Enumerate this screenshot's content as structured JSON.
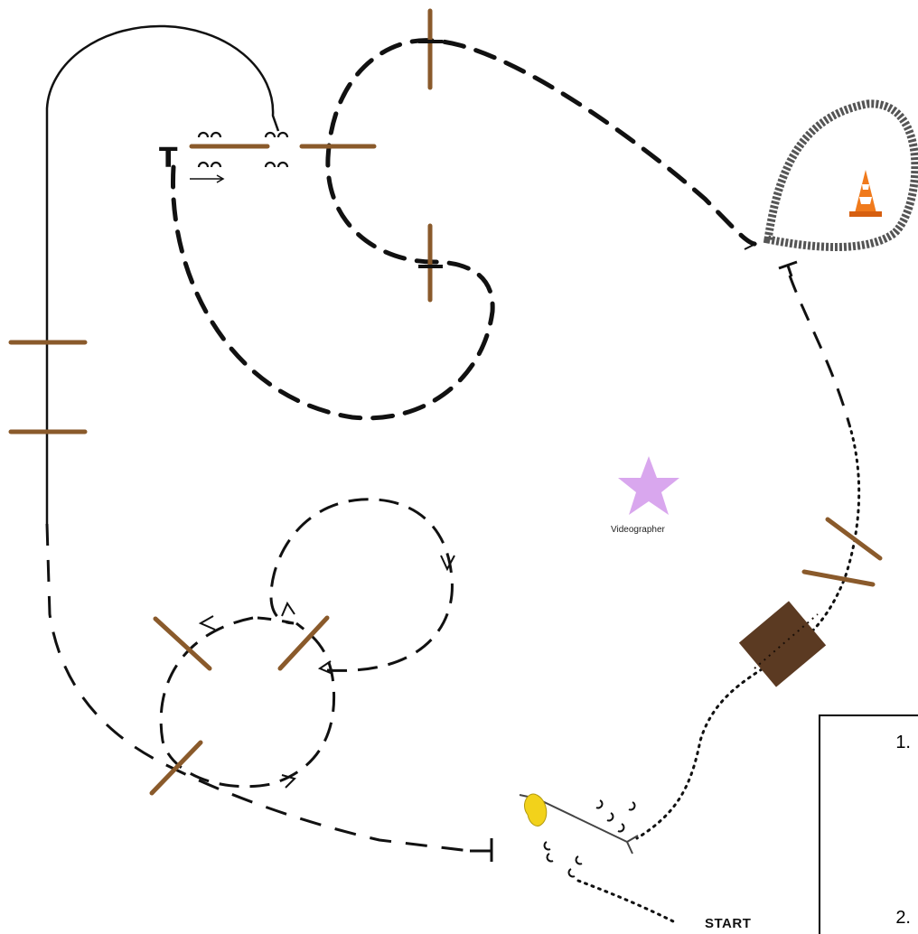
{
  "labels": {
    "videographer": "Videographer",
    "start": "START",
    "trot_marker": "T"
  },
  "side_panel": {
    "items": [
      "1.",
      "2."
    ]
  },
  "colors": {
    "pole": "#8a5a2b",
    "path": "#111111",
    "star": "#d9a7ee",
    "box": "#5b3a22",
    "cone": "#f07a1c",
    "rider": "#f2d21b"
  }
}
